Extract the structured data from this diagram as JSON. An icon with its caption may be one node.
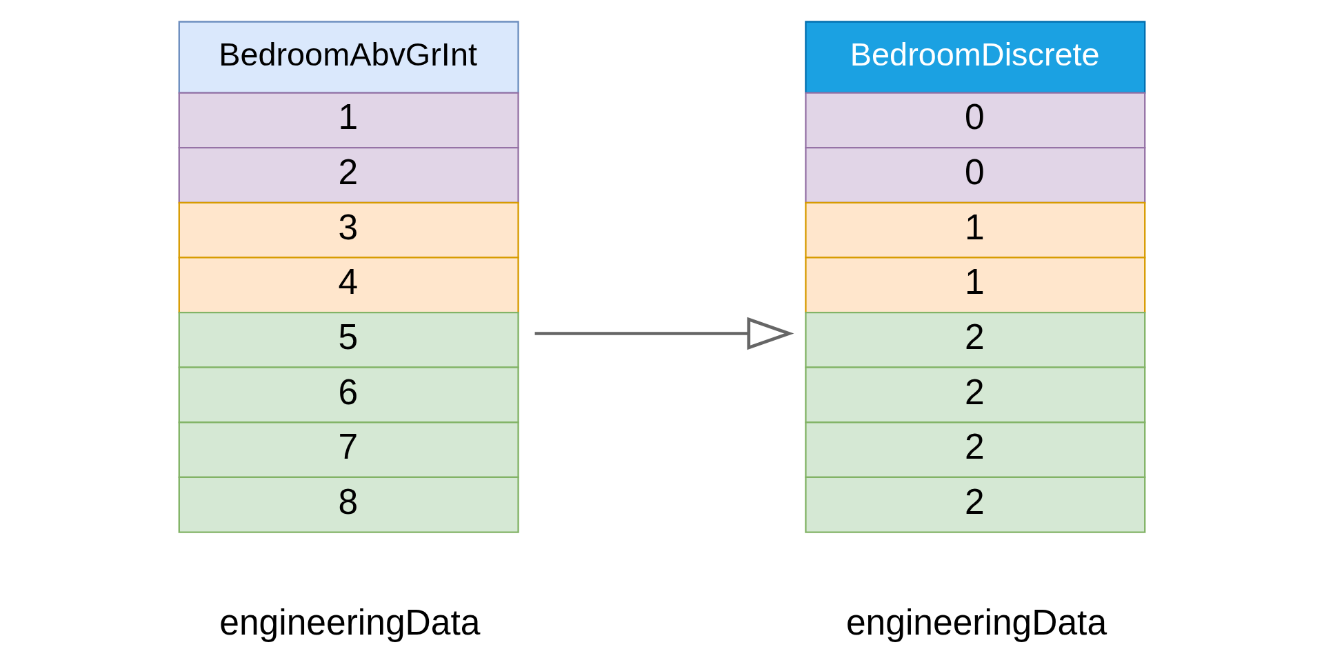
{
  "diagram": {
    "nodes": [
      {
        "text": [
          "BedroomAbvGrInt",
          "1",
          "2",
          "3",
          "4",
          "5",
          "6",
          "7",
          "8"
        ],
        "beside": [
          "engineeringData"
        ]
      },
      {
        "text": [
          "BedroomDiscrete",
          "0",
          "0",
          "1",
          "1",
          "2",
          "2",
          "2",
          "2"
        ],
        "beside": [
          "engineeringData"
        ]
      }
    ],
    "edges": [
      {
        "from": 0,
        "to": 1,
        "arrow": "to"
      }
    ]
  }
}
